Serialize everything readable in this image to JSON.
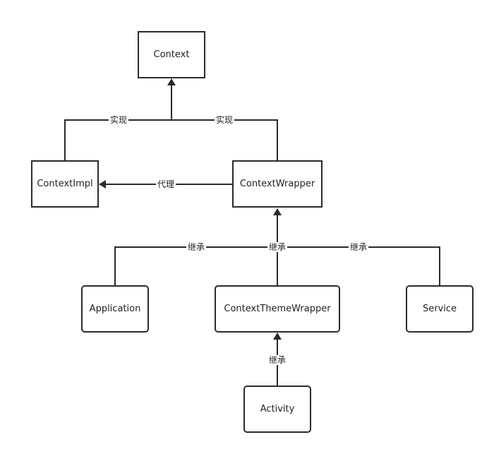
{
  "nodes": {
    "context": "Context",
    "context_impl": "ContextImpl",
    "context_wrapper": "ContextWrapper",
    "application": "Application",
    "context_theme_wrapper": "ContextThemeWrapper",
    "service": "Service",
    "activity": "Activity"
  },
  "edges": {
    "impl_to_context": "实现",
    "wrapper_to_context": "实现",
    "wrapper_delegates_impl": "代理",
    "application_inherits": "继承",
    "theme_wrapper_inherits": "继承",
    "service_inherits": "继承",
    "activity_inherits": "继承"
  },
  "colors": {
    "line": "#2b2b2b",
    "background": "#ffffff"
  }
}
